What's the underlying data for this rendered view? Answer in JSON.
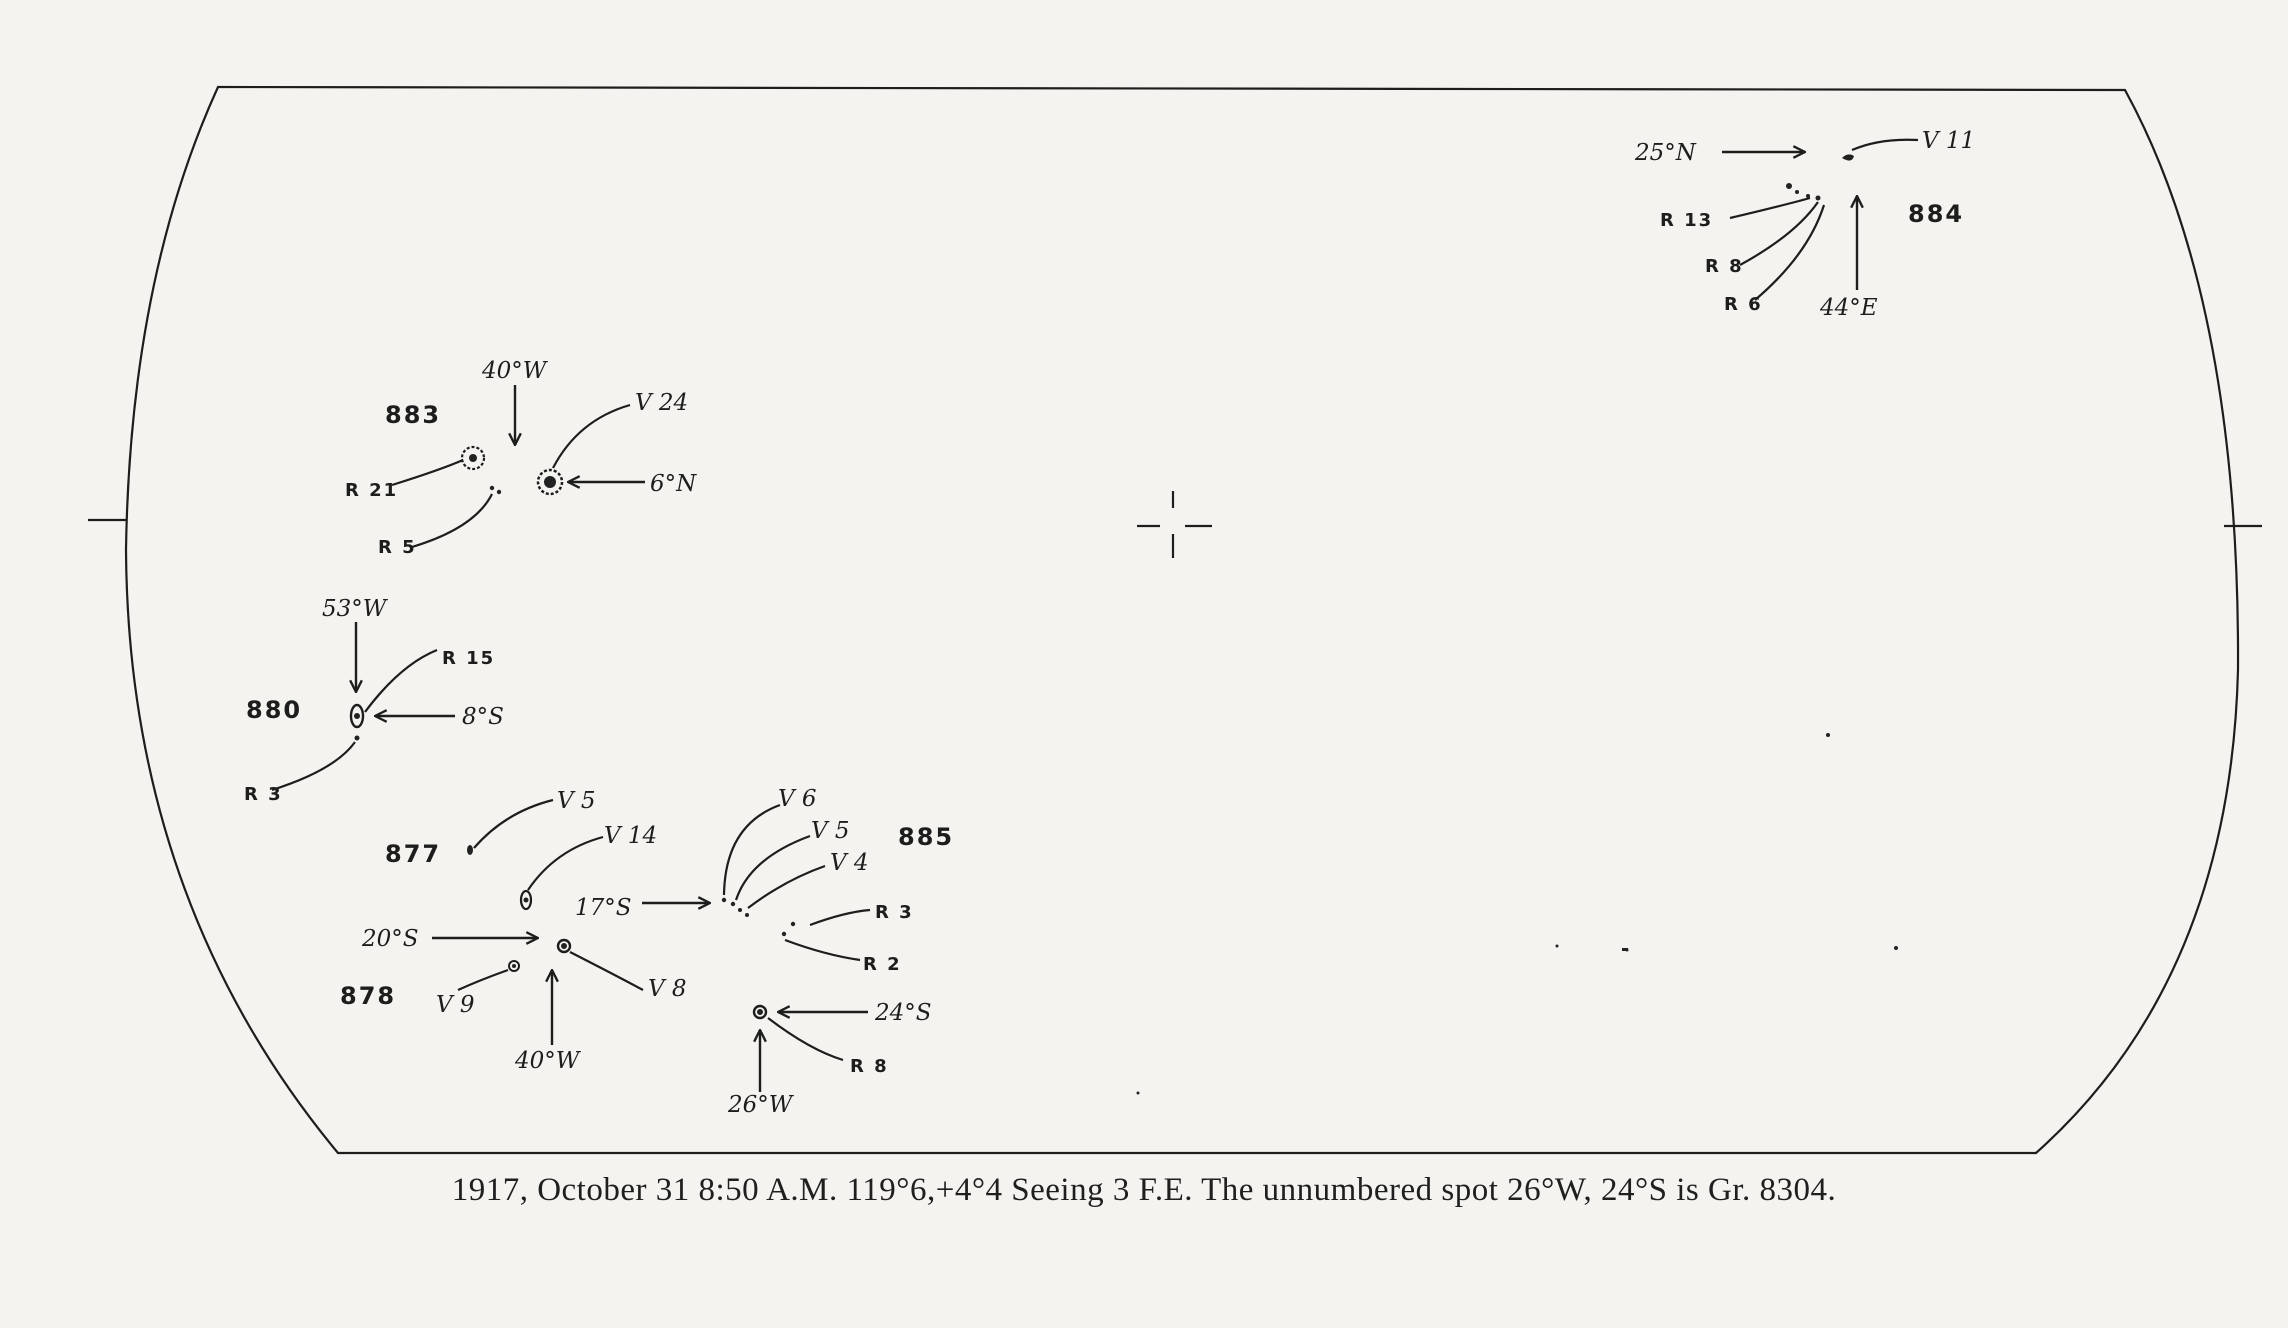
{
  "caption": "1917, October 31  8:50 A.M.  119°6,+4°4  Seeing 3  F.E.  The unnumbered spot 26°W, 24°S is Gr. 8304.",
  "groups": {
    "g884": {
      "number": "884",
      "lat": "25°N",
      "lon": "44°E",
      "v": "V 11",
      "r1": "R 13",
      "r2": "R 8",
      "r3": "R 6"
    },
    "g883": {
      "number": "883",
      "lon": "40°W",
      "lat": "6°N",
      "v": "V 24",
      "r1": "R 21",
      "r2": "R 5"
    },
    "g880": {
      "number": "880",
      "lon": "53°W",
      "lat": "8°S",
      "r1": "R 15",
      "r2": "R 3"
    },
    "g877": {
      "number": "877",
      "v": "V 5"
    },
    "g878": {
      "number": "878",
      "lat": "20°S",
      "lon": "40°W",
      "v1": "V 14",
      "v2": "V 9",
      "v3": "V 8"
    },
    "g885": {
      "number": "885",
      "lat": "17°S",
      "v1": "V 6",
      "v2": "V 5",
      "v3": "V 4",
      "r1": "R 3",
      "r2": "R 2"
    },
    "unnumbered": {
      "lat": "24°S",
      "lon": "26°W",
      "r": "R 8"
    }
  }
}
